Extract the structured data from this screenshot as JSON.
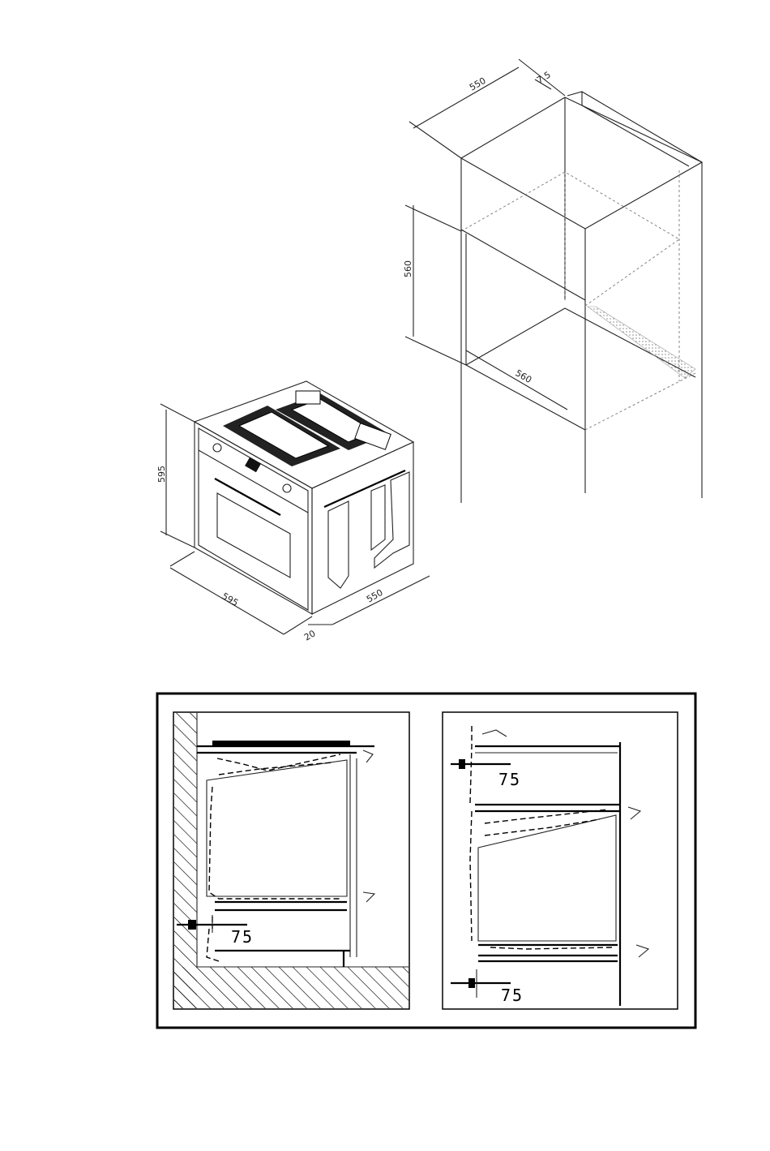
{
  "cabinet": {
    "dim_depth_top": "550",
    "dim_clearance": "7.5",
    "dim_height": "560",
    "dim_width_bottom": "560"
  },
  "oven": {
    "dim_height": "595",
    "dim_width": "595",
    "dim_front": "20",
    "dim_depth": "550"
  },
  "ventilation": {
    "left_gap": "75",
    "right_gap_top": "75",
    "right_gap_bottom": "75"
  }
}
